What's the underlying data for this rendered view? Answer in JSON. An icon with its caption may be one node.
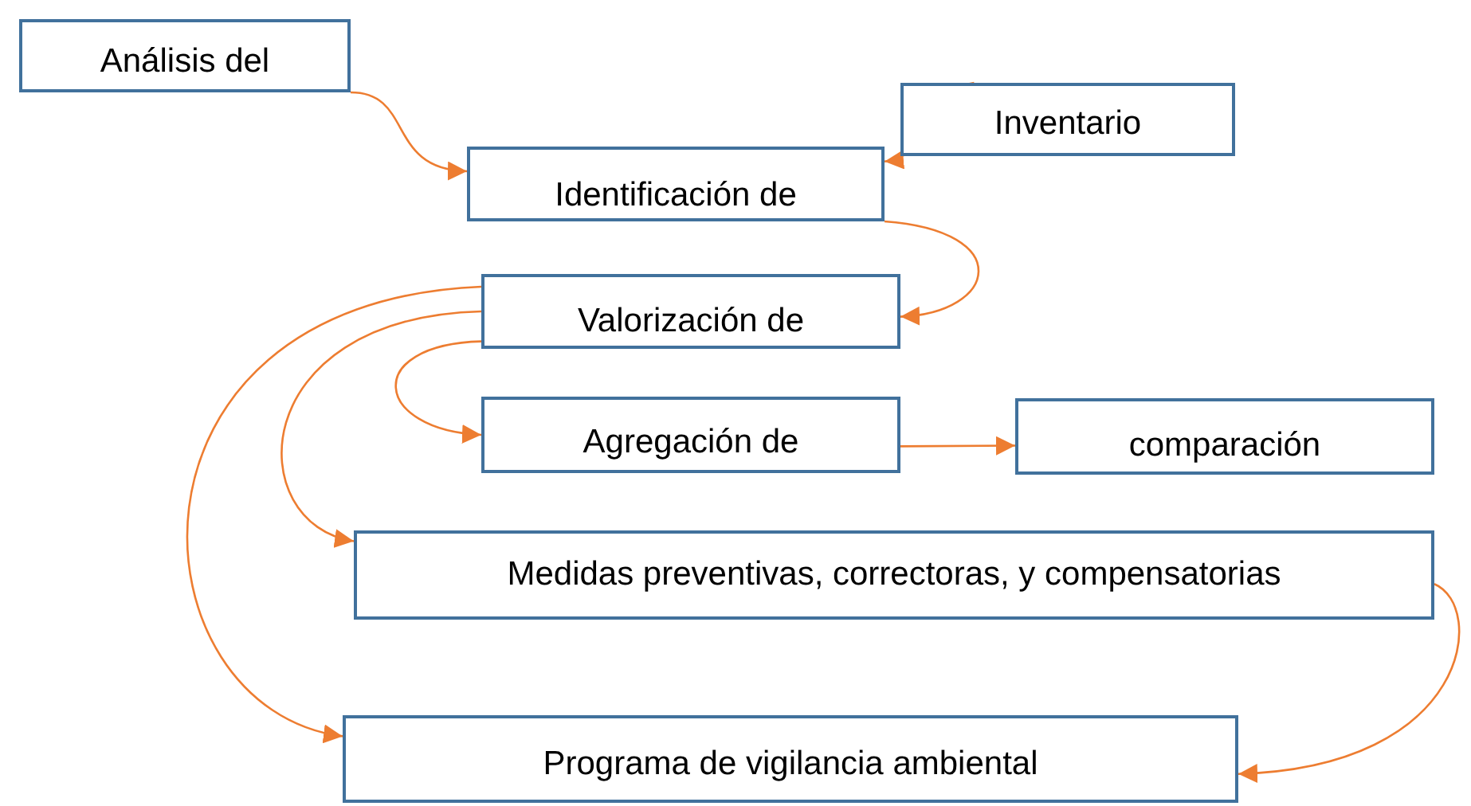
{
  "diagram": {
    "nodes": [
      {
        "text": [
          "Análisis del"
        ]
      },
      {
        "text": [
          "Inventario"
        ]
      },
      {
        "text": [
          "Identificación de"
        ]
      },
      {
        "text": [
          "Valorización de"
        ]
      },
      {
        "text": [
          "Agregación de"
        ]
      },
      {
        "text": [
          "comparación"
        ]
      },
      {
        "text": [
          "Medidas preventivas, correctoras, y compensatorias"
        ]
      },
      {
        "text": [
          "Programa de vigilancia ambiental"
        ]
      }
    ],
    "edges": [
      {
        "from": 0,
        "to": 2,
        "arrow": "to"
      },
      {
        "from": 1,
        "to": 2,
        "arrow": "to"
      },
      {
        "from": 2,
        "to": 3,
        "arrow": "to"
      },
      {
        "from": 3,
        "to": 4,
        "arrow": "to"
      },
      {
        "from": 3,
        "to": 6,
        "arrow": "to"
      },
      {
        "from": 3,
        "to": 7,
        "arrow": "to"
      },
      {
        "from": 4,
        "to": 5,
        "arrow": "to"
      },
      {
        "from": 6,
        "to": 7,
        "arrow": "to"
      }
    ]
  }
}
